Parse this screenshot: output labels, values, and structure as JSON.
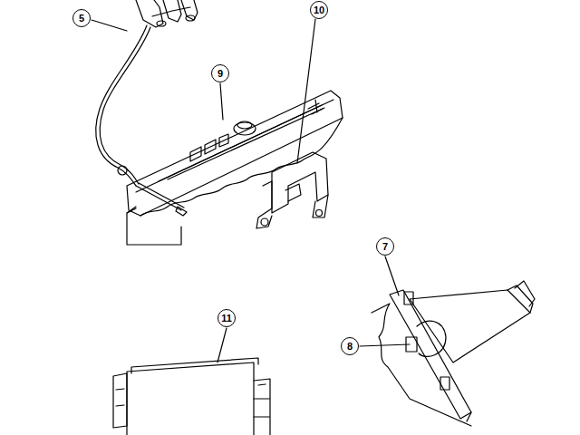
{
  "diagram": {
    "labels": [
      "10",
      "5",
      "9",
      "7",
      "11",
      "8"
    ]
  }
}
